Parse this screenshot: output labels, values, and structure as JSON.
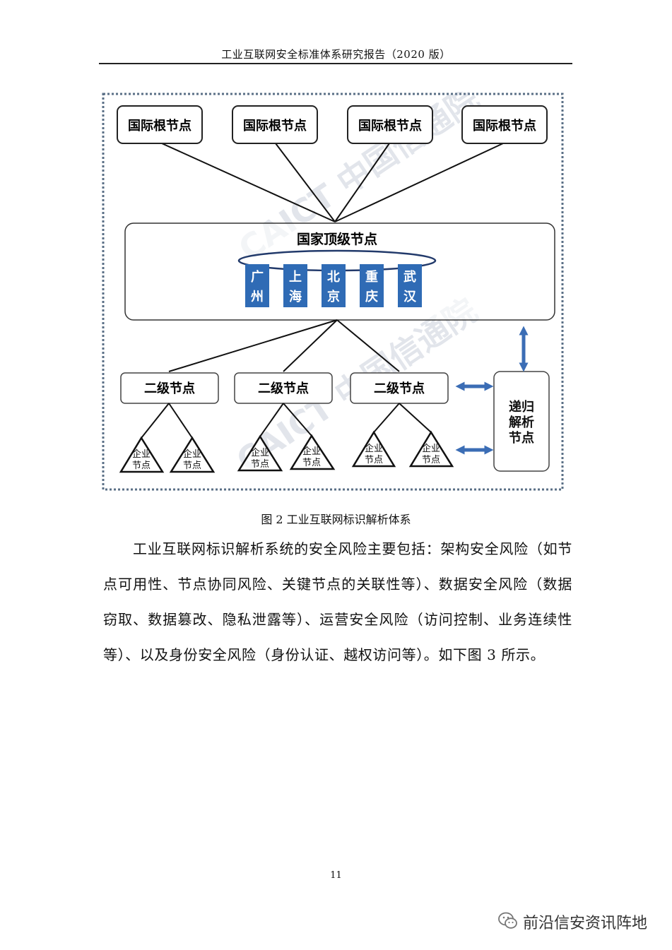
{
  "header": {
    "title": "工业互联网安全标准体系研究报告（2020 版）"
  },
  "diagram": {
    "root_nodes": [
      "国际根节点",
      "国际根节点",
      "国际根节点",
      "国际根节点"
    ],
    "national_top_node": "国家顶级节点",
    "cities": [
      {
        "line1": "广",
        "line2": "州"
      },
      {
        "line1": "上",
        "line2": "海"
      },
      {
        "line1": "北",
        "line2": "京"
      },
      {
        "line1": "重",
        "line2": "庆"
      },
      {
        "line1": "武",
        "line2": "汉"
      }
    ],
    "secondary_nodes": [
      "二级节点",
      "二级节点",
      "二级节点"
    ],
    "enterprise_node": {
      "line1": "企业",
      "line2": "节点"
    },
    "recursive_node": {
      "line1": "递归",
      "line2": "解析",
      "line3": "节点"
    },
    "watermark": "CAICT 中国信通院",
    "colors": {
      "city_fill": "#2f6bb5",
      "arrow": "#3b6db5",
      "border_dotted": "#5a6f86"
    }
  },
  "caption": "图 2  工业互联网标识解析体系",
  "body": {
    "paragraph": "工业互联网标识解析系统的安全风险主要包括：架构安全风险（如节点可用性、节点协同风险、关键节点的关联性等）、数据安全风险（数据窃取、数据篡改、隐私泄露等）、运营安全风险（访问控制、业务连续性等）、以及身份安全风险（身份认证、越权访问等）。如下图 3 所示。"
  },
  "page_number": "11",
  "footer": {
    "brand": "前沿信安资讯阵地",
    "icon": "wechat-icon"
  }
}
